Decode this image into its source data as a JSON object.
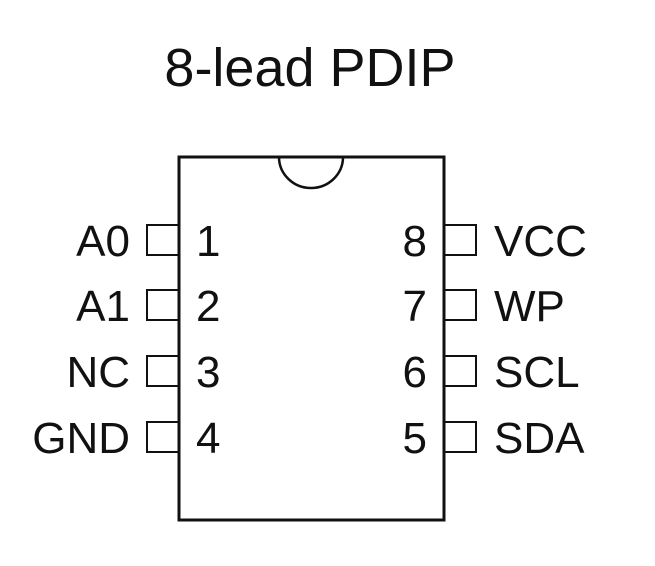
{
  "title": "8-lead PDIP",
  "left_pins": [
    {
      "number": "1",
      "name": "A0"
    },
    {
      "number": "2",
      "name": "A1"
    },
    {
      "number": "3",
      "name": "NC"
    },
    {
      "number": "4",
      "name": "GND"
    }
  ],
  "right_pins": [
    {
      "number": "8",
      "name": "VCC"
    },
    {
      "number": "7",
      "name": "WP"
    },
    {
      "number": "6",
      "name": "SCL"
    },
    {
      "number": "5",
      "name": "SDA"
    }
  ],
  "colors": {
    "ink": "#111111",
    "background": "#ffffff"
  }
}
